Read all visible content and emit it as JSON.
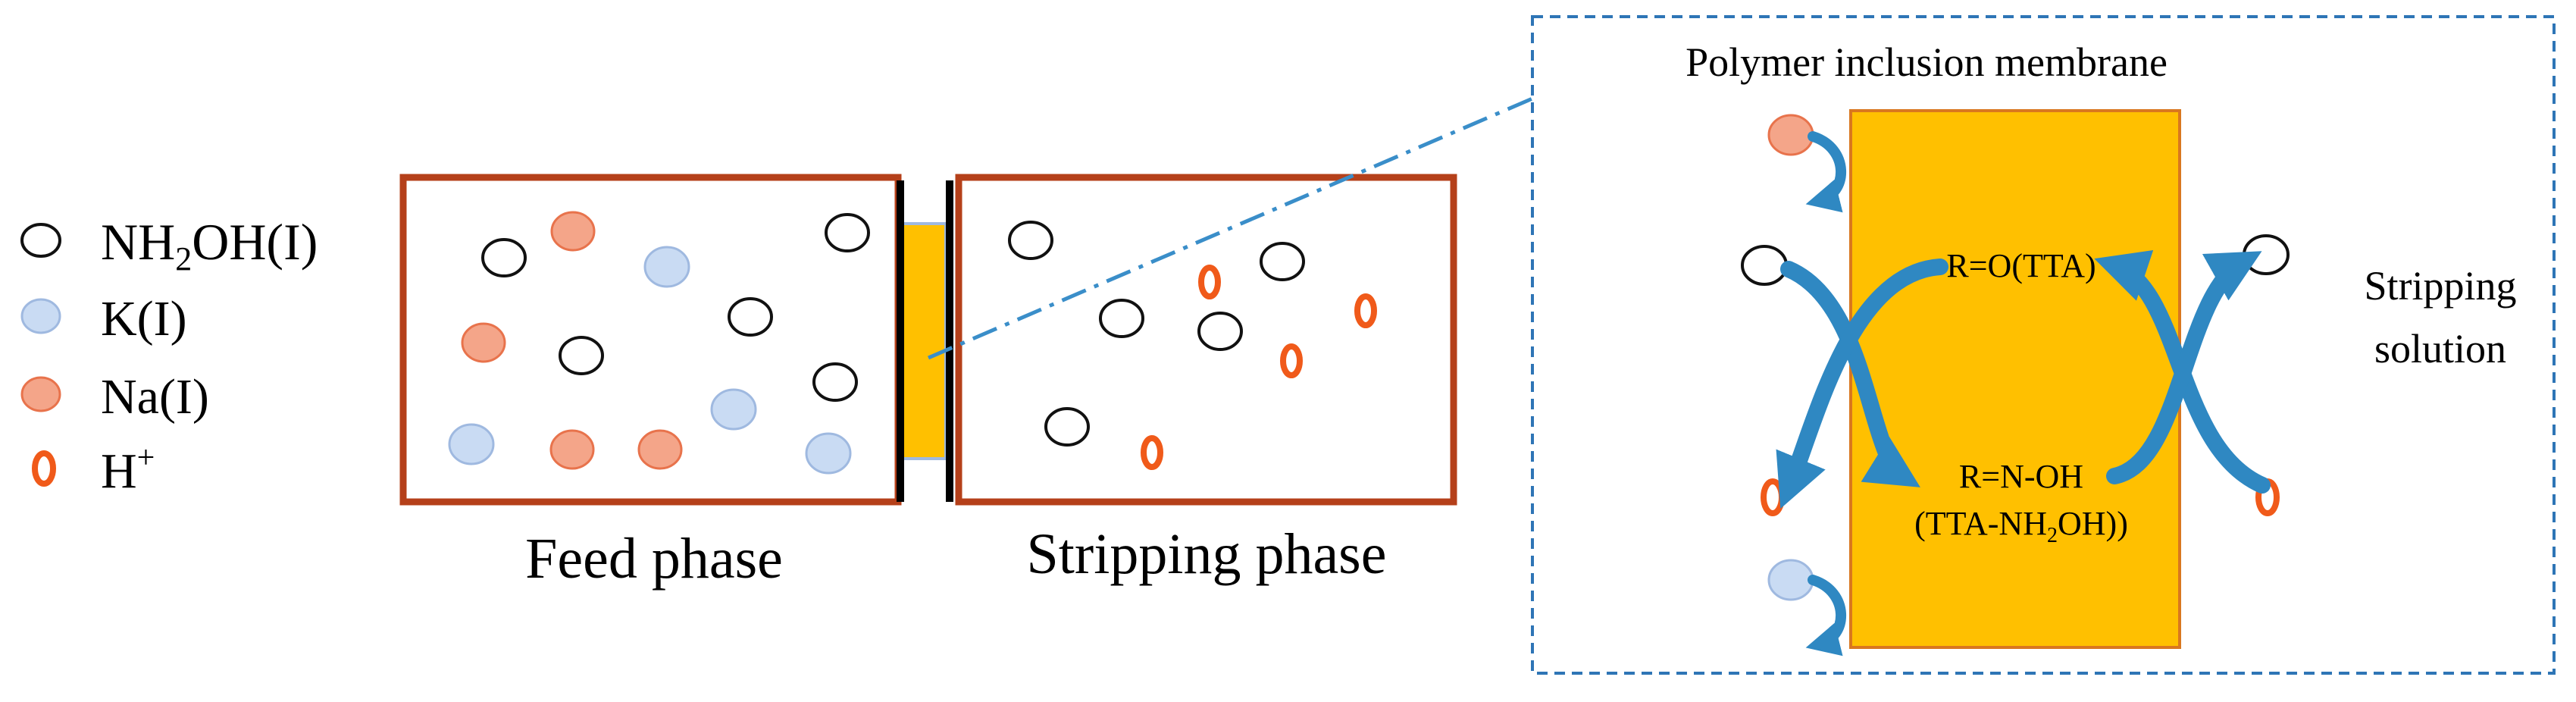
{
  "legend": {
    "items": [
      {
        "key": "nh2oh",
        "label_main": "NH",
        "label_sub1": "2",
        "label_tail": "OH(I)"
      },
      {
        "key": "k",
        "label_main": "K(I)"
      },
      {
        "key": "na",
        "label_main": "Na(I)"
      },
      {
        "key": "h",
        "label_main": "H",
        "label_sup": "+"
      }
    ]
  },
  "phases": {
    "feed_label": "Feed phase",
    "stripping_label": "Stripping phase"
  },
  "inset": {
    "title": "Polymer inclusion membrane",
    "top_reaction": "R=O(TTA)",
    "bottom_reaction_line1": "R=N-OH",
    "bottom_reaction_line2_pre": "(TTA-NH",
    "bottom_reaction_line2_sub": "2",
    "bottom_reaction_line2_post": "OH))",
    "side_label_line1": "Stripping",
    "side_label_line2": "solution"
  },
  "colors": {
    "box_border": "#b5401a",
    "membrane_fill": "#ffc000",
    "membrane_border": "#d9771f",
    "na_fill": "#f4a589",
    "na_stroke": "#e8734c",
    "k_fill": "#c9dbf3",
    "k_stroke": "#9fb9e0",
    "h_stroke": "#f05a1a",
    "arrow": "#2f88c2",
    "dash": "#3a8ec9",
    "inset_border": "#2e75b6"
  }
}
